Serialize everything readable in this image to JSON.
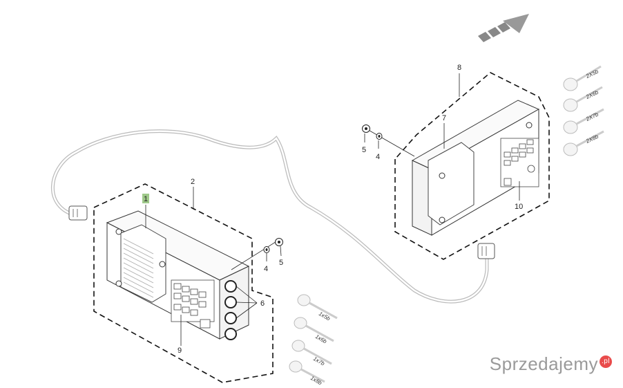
{
  "diagram": {
    "callouts": {
      "c1": "1",
      "c2": "2",
      "c4a": "4",
      "c5a": "5",
      "c6": "6",
      "c9": "9",
      "c8": "8",
      "c7": "7",
      "c5b": "5",
      "c4b": "4",
      "c10": "10"
    },
    "connectors_left": [
      "1x5b",
      "1x6b",
      "1x7b",
      "1x8b"
    ],
    "connectors_right": [
      "2X5b",
      "2X6b",
      "2X7b",
      "2X8b"
    ],
    "highlight_color": "#9fc98a"
  },
  "watermark": {
    "text": "Sprzedajemy",
    "badge": ".pl"
  }
}
